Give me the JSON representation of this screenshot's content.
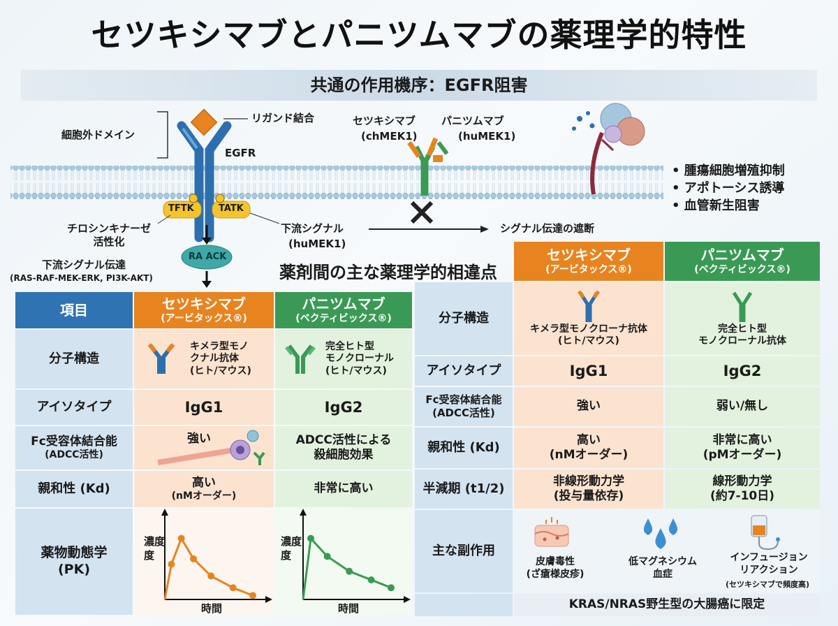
{
  "title": "セツキシマブとパニツムマブの薬理学的特性",
  "mechanism": {
    "banner": "共通の作用機序：EGFR阻害",
    "extracellular_domain": "細胞外ドメイン",
    "ligand_binding": "リガンド結合",
    "egfr": "EGFR",
    "tftk": "TFTK",
    "tatk": "TATK",
    "ras_label": "RA ACK",
    "tyrosine_kinase": "チロシンキナーゼ\n活性化",
    "downstream_cascade": "下流シグナル伝達",
    "downstream_cascade_sub": "(RAS-RAF-MEK-ERK, PI3K-AKT)",
    "cetuximab": "セツキシマブ",
    "cetuximab_code": "(chMEK1)",
    "panitumumab": "パニツムマブ",
    "panitumumab_code": "(huMEK1)",
    "downstream_signal": "下流シグナル",
    "downstream_signal_code": "(huMEK1)",
    "signal_block": "シグナル伝達の遮断",
    "effects": [
      "腫瘍細胞増殖抑制",
      "アポトーシス誘導",
      "血管新生阻害"
    ]
  },
  "left_table": {
    "header": {
      "item": "項目",
      "cetuximab": "セツキシマブ",
      "cetuximab_brand": "(アービタックス®)",
      "panitumumab": "パニツムマブ",
      "panitumumab_brand": "(ベクティビックス®)"
    },
    "rows": {
      "structure": {
        "label": "分子構造",
        "cetuximab": "キメラ型モノ\nクナル抗体\n(ヒト/マウス)",
        "panitumumab": "完全ヒト型\nモノクローナル\n(ヒト/マウス)"
      },
      "isotype": {
        "label": "アイソタイプ",
        "cetuximab": "IgG1",
        "panitumumab": "IgG2"
      },
      "fc": {
        "label": "Fc受容体結合能",
        "label_sub": "(ADCC活性)",
        "cetuximab": "強い",
        "panitumumab": "ADCC活性による\n殺細胞効果"
      },
      "affinity": {
        "label": "親和性 (Kd)",
        "cetuximab": "高い",
        "cetuximab_sub": "(nMオーダー)",
        "panitumumab": "非常に高い"
      },
      "pk": {
        "label": "薬物動態学\n(PK)",
        "y_label": "濃度\n度",
        "x_label": "時間"
      }
    }
  },
  "right_table": {
    "section_title": "薬剤間の主な薬理学的相違点",
    "header": {
      "cetuximab": "セツキシマブ",
      "cetuximab_brand": "(アービタックス®)",
      "panitumumab": "パニツムマブ",
      "panitumumab_brand": "(ベクティビックス®)"
    },
    "rows": {
      "structure": {
        "label": "分子構造",
        "cetuximab": "キメラ型モノクローナ抗体\n(ヒト/マウス)",
        "panitumumab": "完全ヒト型\nモノクローナル抗体"
      },
      "isotype": {
        "label": "アイソタイプ",
        "cetuximab": "IgG1",
        "panitumumab": "IgG2"
      },
      "fc": {
        "label": "Fc受容体結合能\n(ADCC活性)",
        "cetuximab": "強い",
        "panitumumab": "弱い/無し"
      },
      "affinity": {
        "label": "親和性 (Kd)",
        "cetuximab": "高い\n(nMオーダー)",
        "panitumumab": "非常に高い\n(pMオーダー)"
      },
      "half_life": {
        "label": "半減期 (t1/2)",
        "cetuximab": "非線形動力学\n(投与量依存)",
        "panitumumab": "線形動力学\n(約7-10日)"
      },
      "side_effects": {
        "label": "主な副作用",
        "skin": "皮膚毒性\n(ざ瘡様皮疹)",
        "mg": "低マグネシウム\n血症",
        "infusion": "インフュージョン\nリアクション",
        "infusion_note": "(セツキシマブで頻度高)"
      },
      "indication": "KRAS/NRAS野生型の大腸癌に限定"
    }
  },
  "colors": {
    "cetuximab": "#e8841f",
    "panitumumab": "#3a9a55",
    "header_blue": "#2f73b3",
    "receptor_blue": "#2d6fae",
    "ligand_orange": "#e8841f",
    "kinase_yellow": "#f4c430"
  },
  "chart_data": [
    {
      "type": "line",
      "series": [
        {
          "values": [
            [
              0,
              0
            ],
            [
              0.6,
              0.45
            ],
            [
              1.5,
              0.78
            ],
            [
              2.6,
              0.52
            ],
            [
              4.2,
              0.3
            ],
            [
              6.2,
              0.15
            ],
            [
              8,
              0.05
            ]
          ]
        }
      ],
      "xlim": [
        0,
        8
      ],
      "ylim": [
        0,
        1
      ],
      "xlabel": "時間",
      "ylabel": "濃度\n度",
      "color": "#e8841f"
    },
    {
      "type": "line",
      "series": [
        {
          "values": [
            [
              0,
              0
            ],
            [
              0.7,
              0.78
            ],
            [
              2.2,
              0.55
            ],
            [
              4.2,
              0.36
            ],
            [
              6.2,
              0.25
            ],
            [
              8,
              0.15
            ]
          ]
        }
      ],
      "xlim": [
        0,
        8
      ],
      "ylim": [
        0,
        1
      ],
      "xlabel": "時間",
      "ylabel": "濃度\n度",
      "color": "#3a9a55"
    }
  ]
}
